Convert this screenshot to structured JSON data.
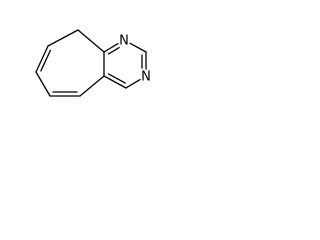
{
  "molecule": {
    "atoms": [
      {
        "id": "a1",
        "element": "C",
        "show_label": false
      },
      {
        "id": "a2",
        "element": "N",
        "show_label": true,
        "label": "N"
      },
      {
        "id": "a3",
        "element": "C",
        "show_label": false
      },
      {
        "id": "a4",
        "element": "N",
        "show_label": true,
        "label": "N"
      },
      {
        "id": "a5",
        "element": "C",
        "show_label": false
      },
      {
        "id": "a6",
        "element": "C",
        "show_label": false
      },
      {
        "id": "a7",
        "element": "C",
        "show_label": false
      },
      {
        "id": "a8",
        "element": "C",
        "show_label": false
      },
      {
        "id": "a9",
        "element": "C",
        "show_label": false
      },
      {
        "id": "a10",
        "element": "C",
        "show_label": false
      },
      {
        "id": "a11",
        "element": "C",
        "show_label": false
      }
    ],
    "bonds": [
      {
        "from": "a1",
        "to": "a2",
        "order": 2
      },
      {
        "from": "a2",
        "to": "a3",
        "order": 1
      },
      {
        "from": "a3",
        "to": "a4",
        "order": 2
      },
      {
        "from": "a4",
        "to": "a5",
        "order": 1
      },
      {
        "from": "a5",
        "to": "a6",
        "order": 2
      },
      {
        "from": "a6",
        "to": "a1",
        "order": 1
      },
      {
        "from": "a6",
        "to": "a7",
        "order": 1
      },
      {
        "from": "a7",
        "to": "a8",
        "order": 2
      },
      {
        "from": "a8",
        "to": "a9",
        "order": 1
      },
      {
        "from": "a9",
        "to": "a10",
        "order": 2
      },
      {
        "from": "a10",
        "to": "a11",
        "order": 1
      },
      {
        "from": "a11",
        "to": "a1",
        "order": 1
      }
    ],
    "colors": {
      "bond": "#000000",
      "label": "#000000",
      "background": "#ffffff"
    }
  }
}
